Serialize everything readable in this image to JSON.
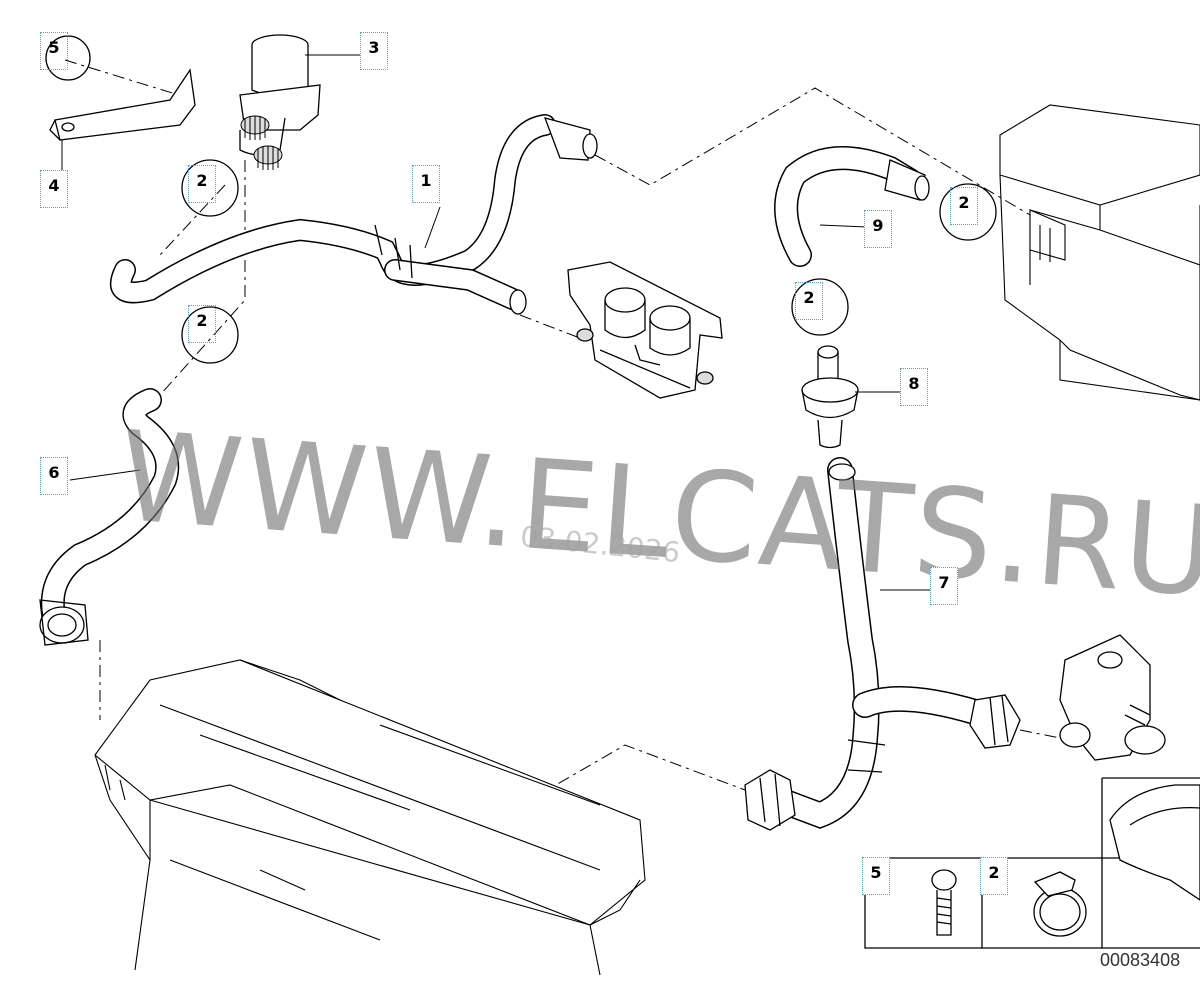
{
  "diagram": {
    "callouts": [
      {
        "id": "c5-top",
        "number": "5"
      },
      {
        "id": "c3",
        "number": "3"
      },
      {
        "id": "c4",
        "number": "4"
      },
      {
        "id": "c2-a",
        "number": "2"
      },
      {
        "id": "c1",
        "number": "1"
      },
      {
        "id": "c2-b",
        "number": "2"
      },
      {
        "id": "c6",
        "number": "6"
      },
      {
        "id": "c9",
        "number": "9"
      },
      {
        "id": "c2-c",
        "number": "2"
      },
      {
        "id": "c2-d",
        "number": "2"
      },
      {
        "id": "c8",
        "number": "8"
      },
      {
        "id": "c7",
        "number": "7"
      },
      {
        "id": "c5-legend",
        "number": "5"
      },
      {
        "id": "c2-legend",
        "number": "2"
      }
    ],
    "watermark": "WWW.ELCATS.RU",
    "watermark_date": "03.02.2026",
    "drawing_number": "00083408"
  }
}
